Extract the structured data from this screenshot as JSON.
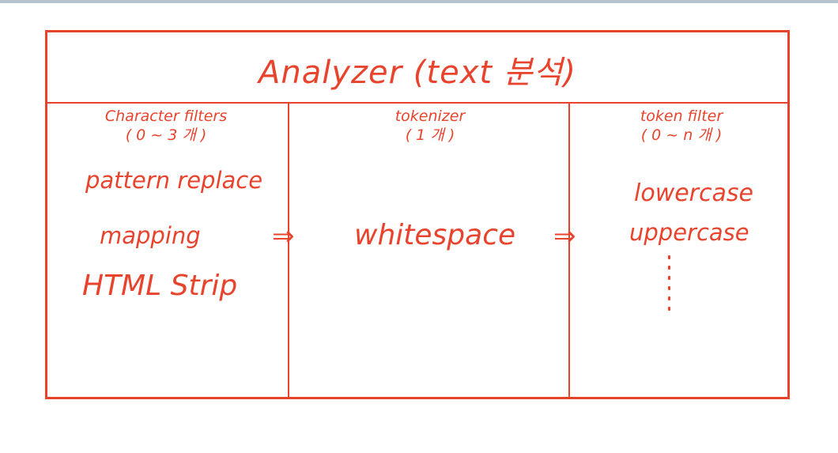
{
  "title": "Analyzer (text 분석)",
  "columns": [
    {
      "name": "Character filters",
      "count": "( 0 ~ 3 개 )",
      "items": [
        "pattern replace",
        "mapping",
        "HTML Strip"
      ]
    },
    {
      "name": "tokenizer",
      "count": "( 1 개 )",
      "items": [
        "whitespace"
      ]
    },
    {
      "name": "token filter",
      "count": "( 0 ~ n 개 )",
      "items": [
        "lowercase",
        "uppercase"
      ]
    }
  ],
  "arrow": "⇒",
  "colors": {
    "ink": "#e8432d",
    "topbar": "#b7c2cf"
  }
}
